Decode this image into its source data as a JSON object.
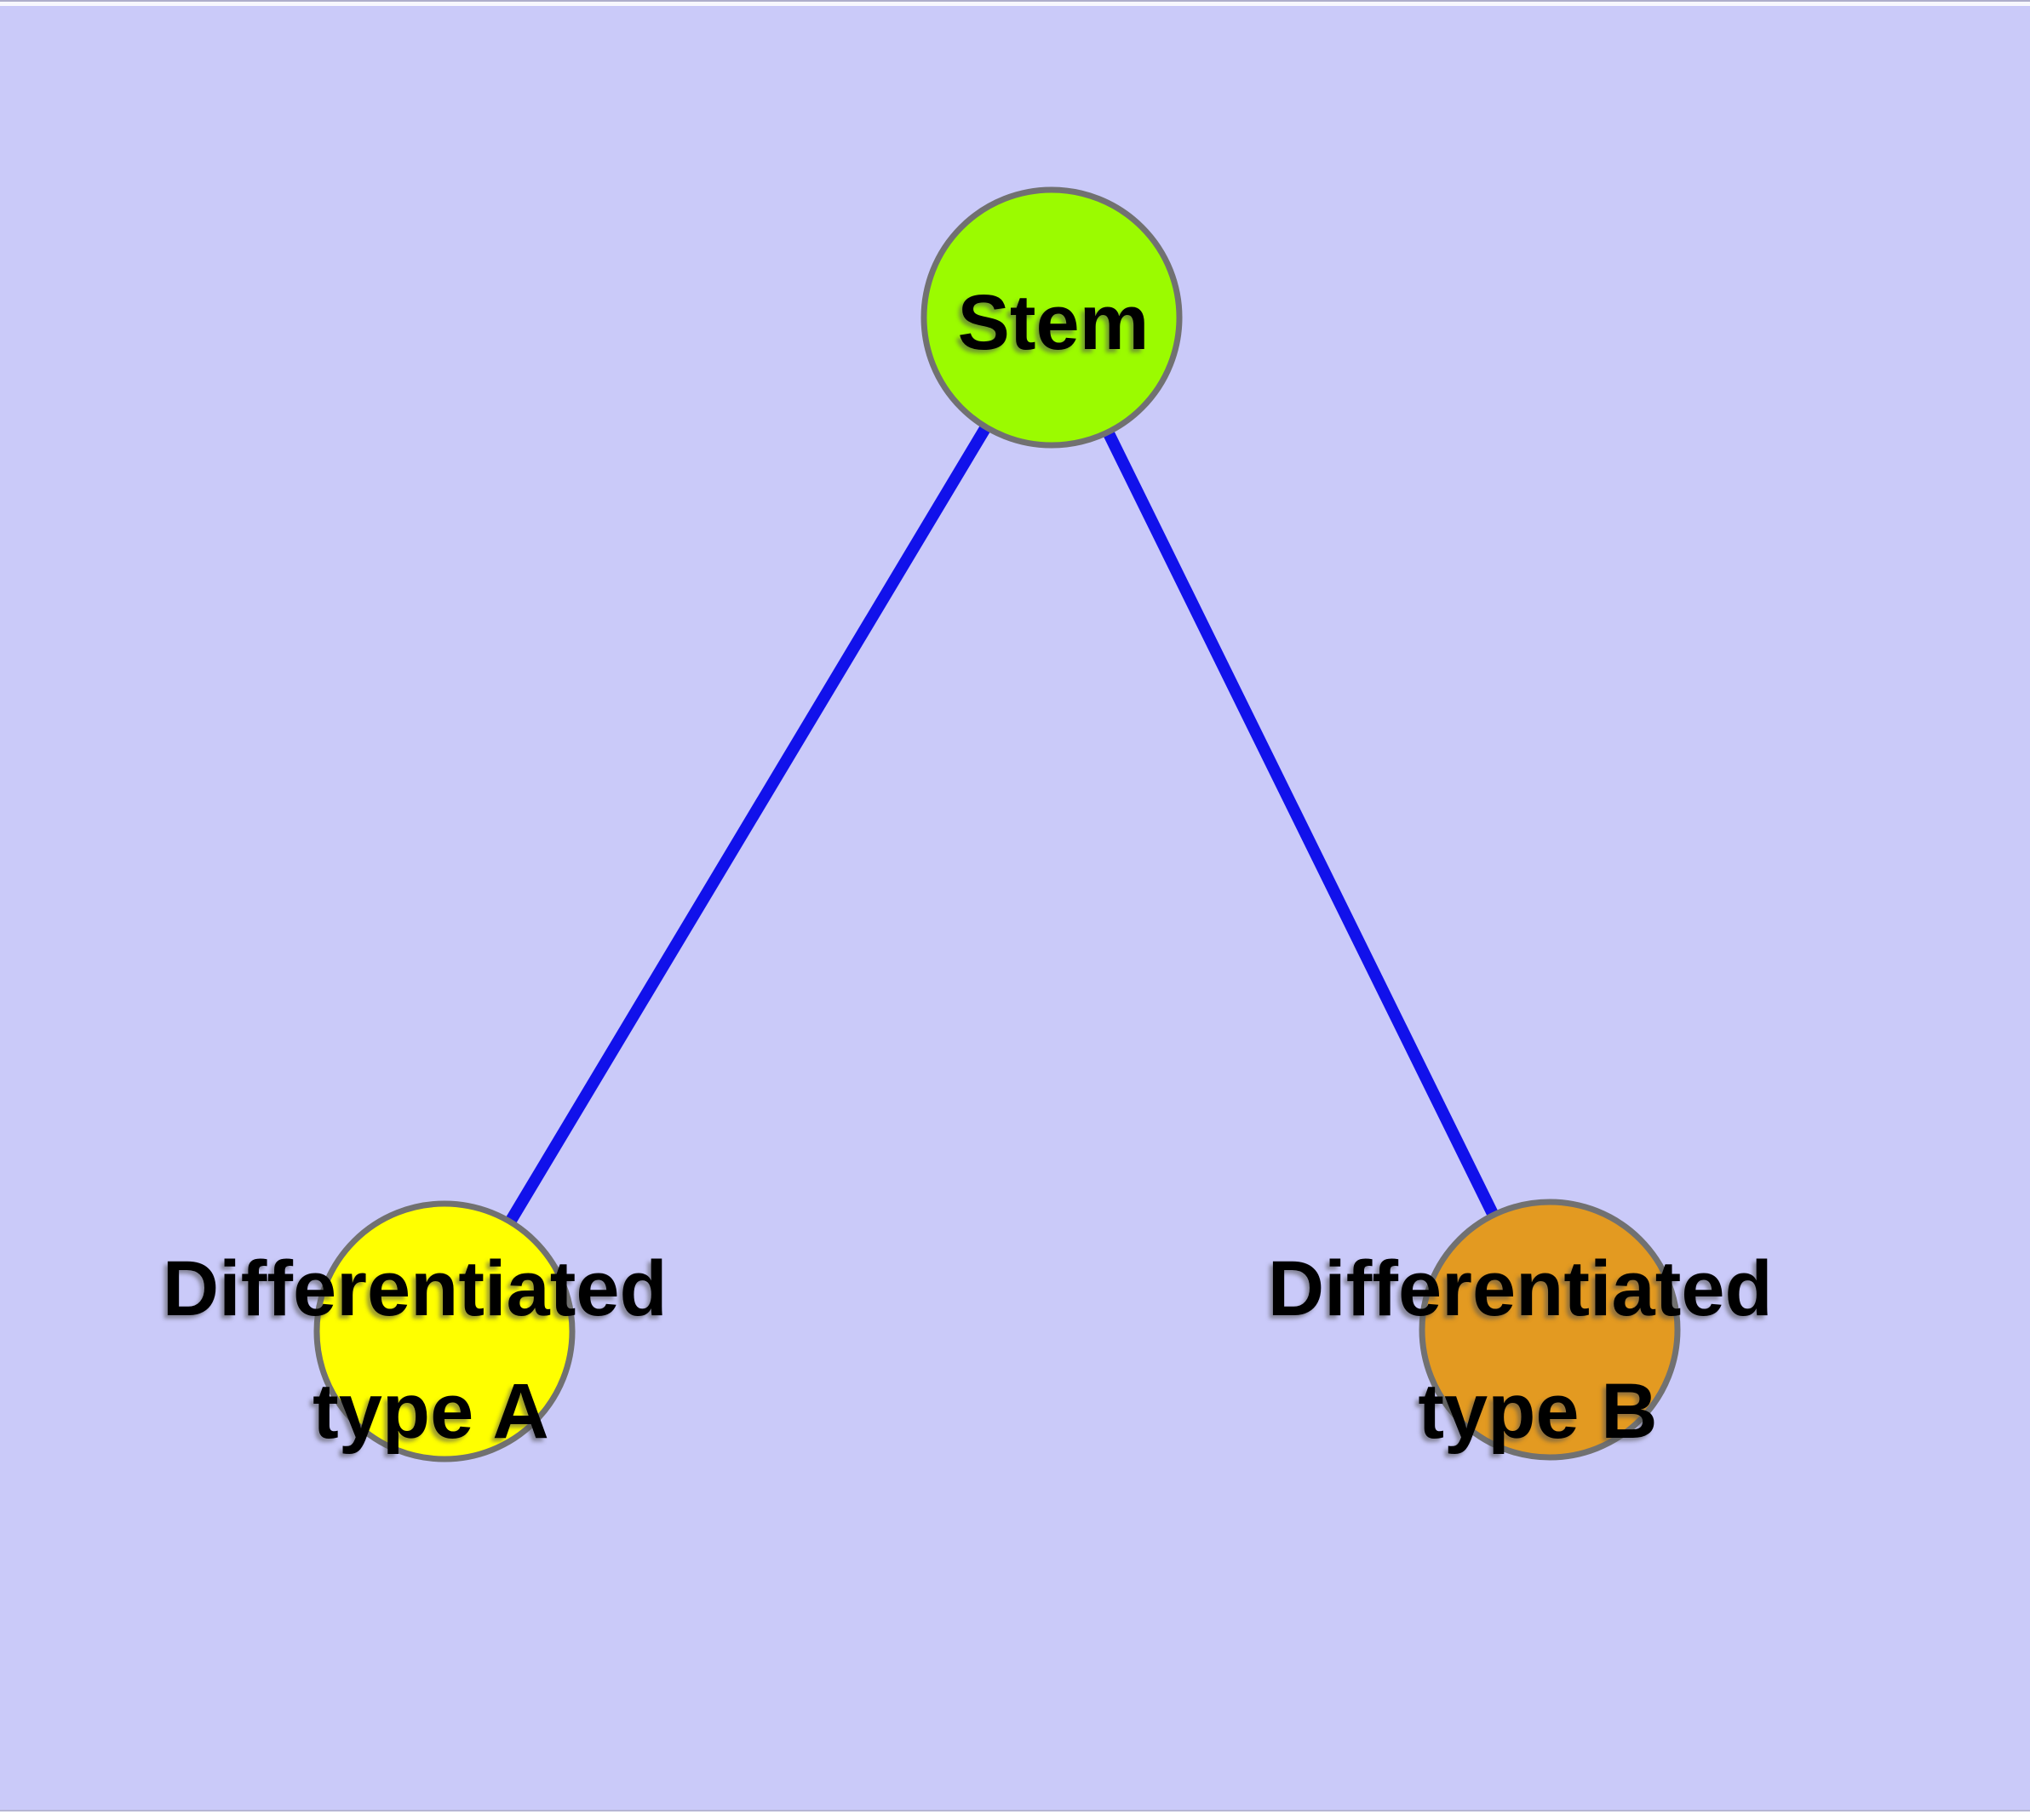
{
  "diagram": {
    "type": "node-link-graph",
    "description": "Stem cell differentiation graph with one stem node connected to two differentiated cell type nodes",
    "background_color": "#CACAF9",
    "edge_color": "#1111EB",
    "node_border_color": "#717171",
    "text_color": "#000000",
    "nodes": [
      {
        "id": "stem",
        "label": "Stem",
        "label_line1": "Stem",
        "label_line2": "",
        "fill": "#9BFB00"
      },
      {
        "id": "type_a",
        "label": "Differentiated type A",
        "label_line1": "Differentiated",
        "label_line2": "type A",
        "fill": "#FFFF00"
      },
      {
        "id": "type_b",
        "label": "Differentiated type B",
        "label_line1": "Differentiated",
        "label_line2": "type B",
        "fill": "#E39A21"
      }
    ],
    "edges": [
      {
        "from": "stem",
        "to": "type_a"
      },
      {
        "from": "stem",
        "to": "type_b"
      }
    ]
  }
}
